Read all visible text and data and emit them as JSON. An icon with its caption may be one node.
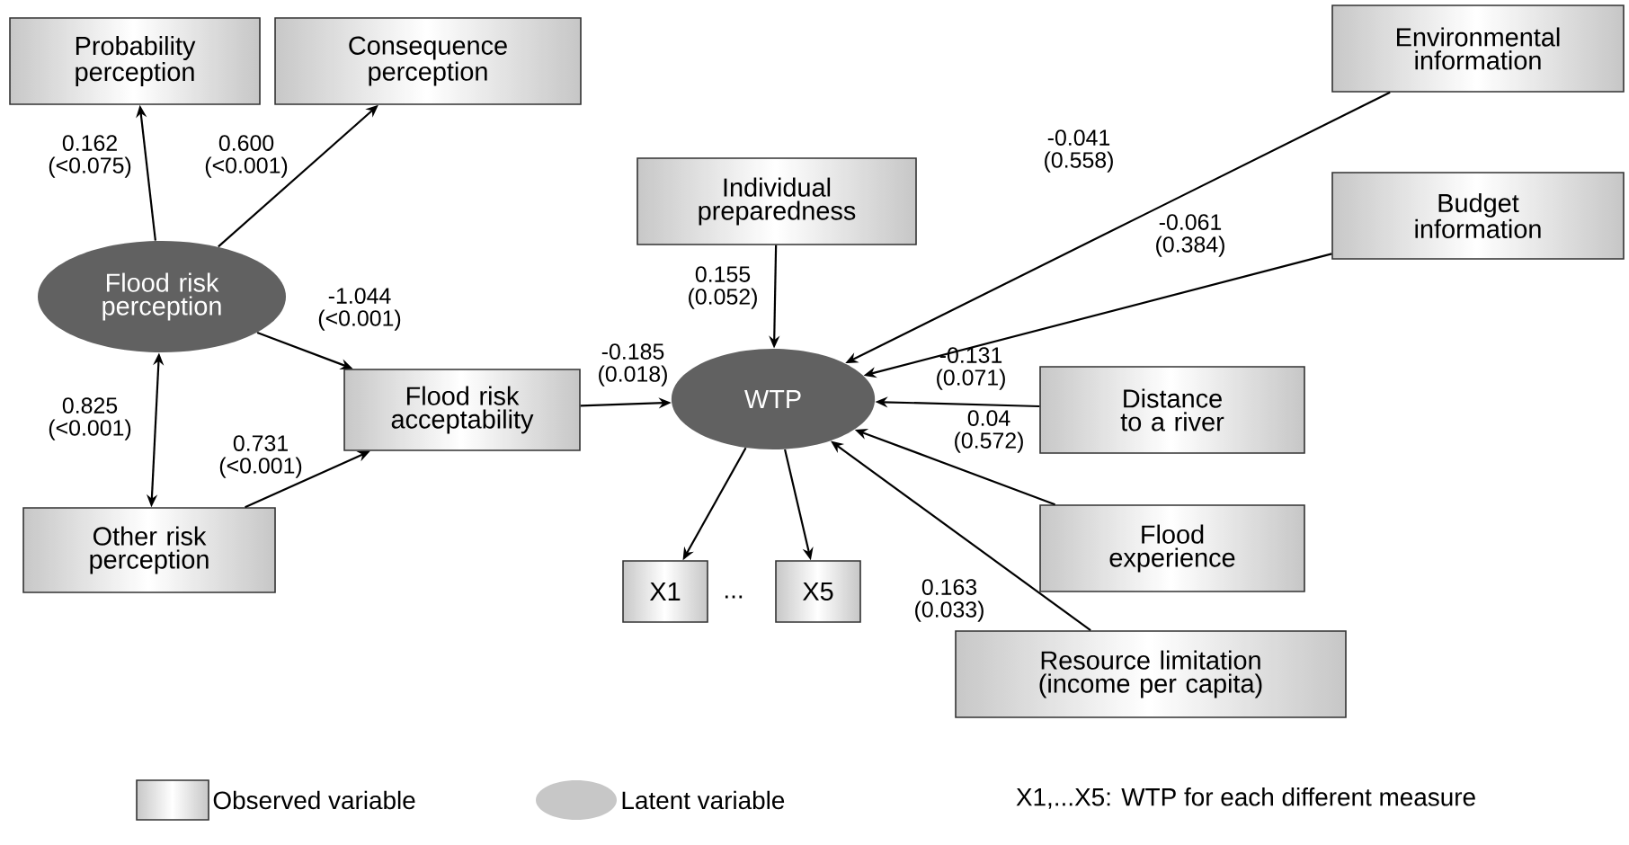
{
  "diagram": {
    "nodes": [
      {
        "text": [
          "Probability perception"
        ]
      },
      {
        "text": [
          "Consequence perception"
        ]
      },
      {
        "text": [
          "Flood risk perception"
        ]
      },
      {
        "text": [
          "Flood risk acceptability"
        ]
      },
      {
        "text": [
          "Other risk perception"
        ]
      },
      {
        "text": [
          "Individual preparedness"
        ]
      },
      {
        "text": [
          "WTP"
        ]
      },
      {
        "text": [
          "Environmental information"
        ]
      },
      {
        "text": [
          "Budget information"
        ]
      },
      {
        "text": [
          "Distance to a river"
        ]
      },
      {
        "text": [
          "Flood experience"
        ]
      },
      {
        "text": [
          "Resource limitation (income per capita)"
        ]
      },
      {
        "text": [
          "X1"
        ]
      },
      {
        "text": [
          "X5"
        ]
      }
    ],
    "edges": [
      {
        "from": 2,
        "to": 0,
        "arrow": "to",
        "label": "0.162 (<0.075)"
      },
      {
        "from": 2,
        "to": 1,
        "arrow": "to",
        "label": "0.600 (<0.001)"
      },
      {
        "from": 2,
        "to": 3,
        "arrow": "to",
        "label": "-1.044 (<0.001)"
      },
      {
        "from": 2,
        "to": 4,
        "arrow": "both",
        "label": "0.825 (<0.001)"
      },
      {
        "from": 4,
        "to": 3,
        "arrow": "to",
        "label": "0.731 (<0.001)"
      },
      {
        "from": 3,
        "to": 6,
        "arrow": "to",
        "label": "-0.185 (0.018)"
      },
      {
        "from": 5,
        "to": 6,
        "arrow": "to",
        "label": "0.155 (0.052)"
      },
      {
        "from": 7,
        "to": 6,
        "arrow": "to",
        "label": "-0.041 (0.558)"
      },
      {
        "from": 8,
        "to": 6,
        "arrow": "to",
        "label": "-0.061 (0.384)"
      },
      {
        "from": 9,
        "to": 6,
        "arrow": "to",
        "label": "-0.131 (0.071)"
      },
      {
        "from": 10,
        "to": 6,
        "arrow": "to",
        "label": "0.04 (0.572)"
      },
      {
        "from": 11,
        "to": 6,
        "arrow": "to",
        "label": "0.163 (0.033)"
      },
      {
        "from": 6,
        "to": 12,
        "arrow": "to"
      },
      {
        "from": 6,
        "to": 13,
        "arrow": "to"
      }
    ],
    "labels": [
      "...",
      "X1,...X5: WTP for each different measure"
    ],
    "legend": [
      {
        "text": "Observed variable"
      },
      {
        "text": "Latent variable"
      }
    ]
  }
}
